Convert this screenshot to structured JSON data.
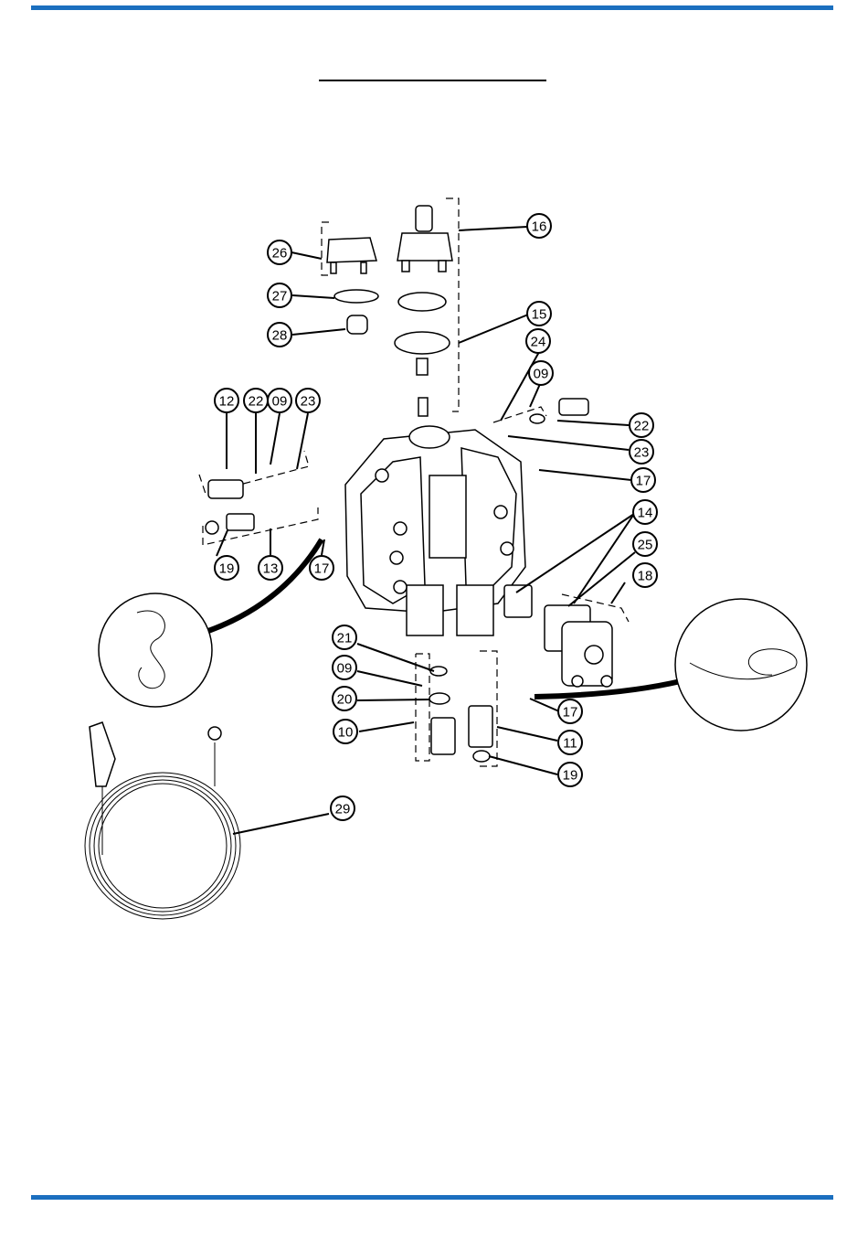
{
  "colors": {
    "rule": "#1b6fbf",
    "ink": "#000000"
  },
  "callouts": [
    {
      "label": "16"
    },
    {
      "label": "26"
    },
    {
      "label": "27"
    },
    {
      "label": "28"
    },
    {
      "label": "15"
    },
    {
      "label": "24"
    },
    {
      "label": "09"
    },
    {
      "label": "12"
    },
    {
      "label": "22"
    },
    {
      "label": "09"
    },
    {
      "label": "23"
    },
    {
      "label": "22"
    },
    {
      "label": "23"
    },
    {
      "label": "17"
    },
    {
      "label": "14"
    },
    {
      "label": "25"
    },
    {
      "label": "18"
    },
    {
      "label": "19"
    },
    {
      "label": "13"
    },
    {
      "label": "17"
    },
    {
      "label": "21"
    },
    {
      "label": "09"
    },
    {
      "label": "20"
    },
    {
      "label": "10"
    },
    {
      "label": "17"
    },
    {
      "label": "11"
    },
    {
      "label": "19"
    },
    {
      "label": "29"
    }
  ]
}
